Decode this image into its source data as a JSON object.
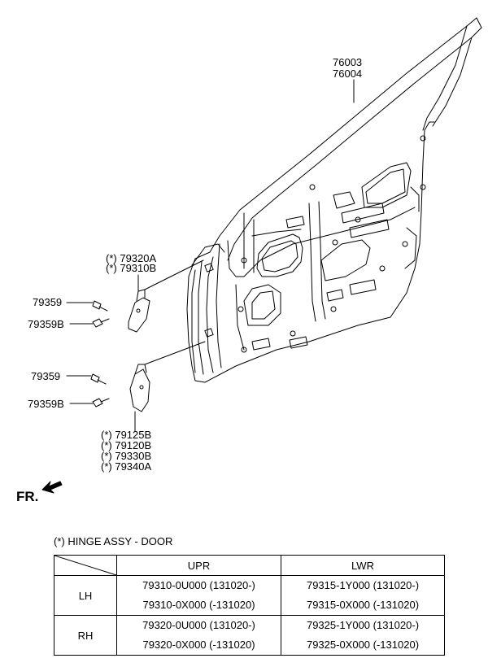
{
  "diagram": {
    "door_part_numbers": [
      "76003",
      "76004"
    ],
    "upper_hinge_numbers": [
      "79320A",
      "79310B"
    ],
    "upper_hinge_markers": [
      "(*)",
      "(*)"
    ],
    "upper_bolt": "79359",
    "upper_bolt_b": "79359B",
    "lower_bolt": "79359",
    "lower_bolt_b": "79359B",
    "lower_hinge_numbers": [
      "79125B",
      "79120B",
      "79330B",
      "79340A"
    ],
    "lower_hinge_markers": [
      "(*)",
      "(*)",
      "(*)",
      "(*)"
    ],
    "direction_label": "FR."
  },
  "table": {
    "note": "(*) HINGE ASSY - DOOR",
    "columns": [
      "UPR",
      "LWR"
    ],
    "rows": [
      {
        "side": "LH",
        "upr": [
          "79310-0U000 (131020-)",
          "79310-0X000 (-131020)"
        ],
        "lwr": [
          "79315-1Y000 (131020-)",
          "79315-0X000 (-131020)"
        ]
      },
      {
        "side": "RH",
        "upr": [
          "79320-0U000 (131020-)",
          "79320-0X000 (-131020)"
        ],
        "lwr": [
          "79325-1Y000 (131020-)",
          "79325-0X000 (-131020)"
        ]
      }
    ]
  }
}
